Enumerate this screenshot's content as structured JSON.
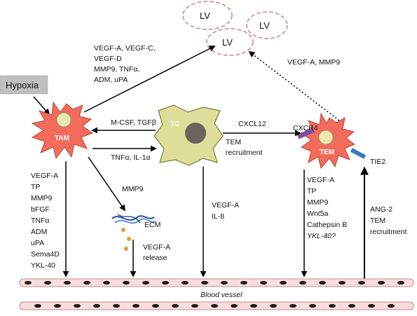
{
  "hypoxia": "Hypoxia",
  "cells": {
    "tam": "TAM",
    "tc": "TC",
    "tem": "TEM"
  },
  "vessels": {
    "lv1": "LV",
    "lv2": "LV",
    "lv3": "LV",
    "blood_vessel": "Blood vessel"
  },
  "receptors": {
    "cxcr4": "CXCR4",
    "tie2": "TIE2"
  },
  "labels": {
    "tam_to_lv": [
      "VEGF-A, VEGF-C,",
      "VEGF-D",
      "MMP9, TNFα,",
      "ADM, uPA"
    ],
    "tem_to_lv": "VEGF-A, MMP9",
    "tc_to_tam": "M-CSF, TGFβ",
    "tam_to_tc": "TNFα, IL-1α",
    "tc_to_tem": [
      "CXCL12",
      "TEM",
      "recruitment"
    ],
    "tam_to_bv": [
      "VEGF-A",
      "TP",
      "MMP9",
      "bFGF",
      "TNFα",
      "ADM",
      "uPA",
      "Sema4D",
      "YKL-40"
    ],
    "mmp9": "MMP9",
    "ecm": "ECM",
    "vegf_release": [
      "VEGF-A",
      "release"
    ],
    "tc_to_bv": [
      "VEGF-A",
      "IL-8"
    ],
    "tem_to_bv": [
      "VEGF-A",
      "TP",
      "MMP9",
      "Wnt5a",
      "Cathepsin B",
      "YKL-40?"
    ],
    "bv_to_tem": [
      "ANG-2",
      "TEM",
      "recruitment"
    ]
  },
  "colors": {
    "macrophage": "#f26b5b",
    "tumor_cell": "#dede9a",
    "nucleus_mac": "#e8eab0",
    "nucleus_tc": "#6e625c",
    "vessel": "#f7dede",
    "vessel_edge": "#c98a8a",
    "cxcr4": "#7c4fa0",
    "tie2": "#3a78c4",
    "hypoxia_box": "#bfbfbf"
  }
}
